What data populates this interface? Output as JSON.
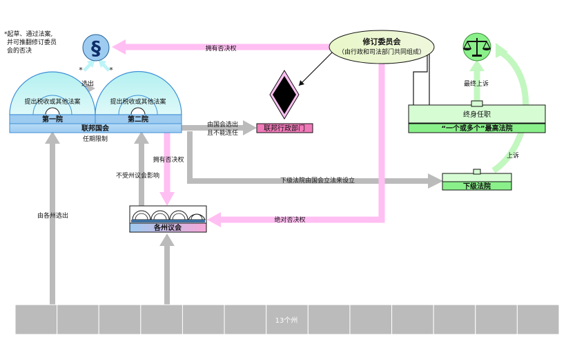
{
  "note": {
    "line1": "*起草、通过法案,",
    "line2": "并可推翻修订委员",
    "line3": "会的否决"
  },
  "congress": {
    "house1_bill": "提出税收或其他法案",
    "house2_bill": "提出税收或其他法案",
    "house1_name": "第一院",
    "house2_name": "第二院",
    "congress_name": "联邦国会",
    "term_limit": "任期限制",
    "elect_label": "选出",
    "star1": "*",
    "star2": "*"
  },
  "council": {
    "title": "修订委员会",
    "subtitle": "（由行政和司法部门共同组成）"
  },
  "executive": {
    "name": "联邦行政部门"
  },
  "courts": {
    "tenure": "终身任职",
    "supreme": "“一个或多个”最高法院",
    "lower": "下级法院"
  },
  "states": {
    "assembly": "各州议会",
    "label": "13个州",
    "count": 13
  },
  "edges": {
    "veto_top": "拥有否决权",
    "elected_by_congress_1": "由国会选出",
    "elected_by_congress_2": "且不能连任",
    "lower_courts_by_law": "下级法院由国会立法来设立",
    "absolute_veto": "绝对否决权",
    "veto_states": "拥有否决权",
    "not_influenced": "不受州议会影响",
    "elected_by_states": "由各州选出",
    "final_appeal": "最终上诉",
    "appeal": "上诉"
  },
  "icons": {
    "section": "section-sign-icon",
    "scales": "scales-of-justice-icon"
  },
  "colors": {
    "blue_light": "#9ecbf0",
    "blue_dark": "#3d8fd6",
    "cyan": "#c8f2f5",
    "pink": "#ffbff2",
    "pink_strong": "#f07ab9",
    "green": "#b8f5b5",
    "green_strong": "#8af08a",
    "green_light": "#d6fcd4",
    "gray": "#bbbbbb",
    "council": "#e8f6cc"
  }
}
